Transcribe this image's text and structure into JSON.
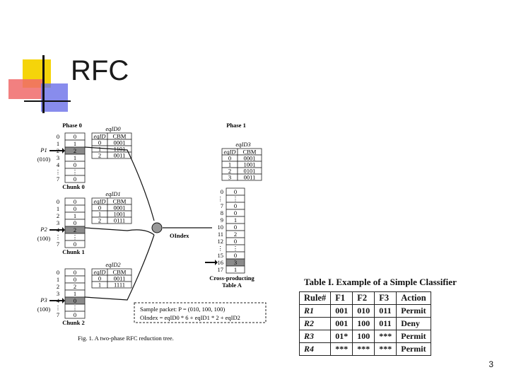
{
  "slide": {
    "title": "RFC",
    "page_number": "3"
  },
  "figure": {
    "caption": "Fig. 1.   A two-phase RFC reduction tree.",
    "phase0_label": "Phase 0",
    "phase1_label": "Phase 1",
    "eqid_header": "eqID",
    "cbm_header": "CBM",
    "phase0_eqid_labels": [
      "eqID0",
      "eqID1",
      "eqID2"
    ],
    "chunk_labels": [
      "Chunk 0",
      "Chunk 1",
      "Chunk 2"
    ],
    "packet_labels": [
      "P1",
      "P2",
      "P3"
    ],
    "packet_values": [
      "(010)",
      "(100)",
      "(100)"
    ],
    "chunk0": {
      "indexes": [
        "0",
        "1",
        "2",
        "3",
        "4",
        "",
        "7"
      ],
      "values": [
        "0",
        "1",
        "2",
        "1",
        "0",
        "",
        "0"
      ],
      "highlight": 2
    },
    "chunk1": {
      "indexes": [
        "0",
        "1",
        "2",
        "3",
        "4",
        "",
        "7"
      ],
      "values": [
        "0",
        "0",
        "1",
        "0",
        "2",
        "",
        "0"
      ],
      "highlight": 4
    },
    "chunk2": {
      "indexes": [
        "0",
        "1",
        "2",
        "3",
        "4",
        "",
        "7"
      ],
      "values": [
        "0",
        "0",
        "2",
        "1",
        "0",
        "",
        "0"
      ],
      "highlight": 4
    },
    "eq0_table": [
      [
        "0",
        "0001"
      ],
      [
        "1",
        "1101"
      ],
      [
        "2",
        "0011"
      ]
    ],
    "eq1_table": [
      [
        "0",
        "0001"
      ],
      [
        "1",
        "1001"
      ],
      [
        "2",
        "0111"
      ]
    ],
    "eq2_table": [
      [
        "0",
        "0011"
      ],
      [
        "1",
        "1111"
      ]
    ],
    "oindex_label": "OIndex",
    "phase1_eqid_label": "eqID3",
    "phase1_eq_table": [
      [
        "0",
        "0001"
      ],
      [
        "1",
        "1001"
      ],
      [
        "2",
        "0101"
      ],
      [
        "3",
        "0011"
      ]
    ],
    "tableA_indexes": [
      "0",
      "",
      "7",
      "8",
      "9",
      "10",
      "11",
      "12",
      "",
      "15",
      "16",
      "17"
    ],
    "tableA_values": [
      "0",
      "",
      "0",
      "0",
      "1",
      "0",
      "2",
      "0",
      "",
      "0",
      "3",
      "1"
    ],
    "tableA_highlight": 10,
    "tableA_label_line1": "Cross-producting",
    "tableA_label_line2": "Table A",
    "sample_packet": "Sample packet: P = (010, 100, 100)",
    "oindex_formula": "OIndex = eqID0 * 6 + eqID1 * 2 + eqID2"
  },
  "classifier": {
    "caption": "Table I.  Example of a Simple Classifier",
    "headers": [
      "Rule#",
      "F1",
      "F2",
      "F3",
      "Action"
    ],
    "rows": [
      [
        "R1",
        "001",
        "010",
        "011",
        "Permit"
      ],
      [
        "R2",
        "001",
        "100",
        "011",
        "Deny"
      ],
      [
        "R3",
        "01*",
        "100",
        "***",
        "Permit"
      ],
      [
        "R4",
        "***",
        "***",
        "***",
        "Permit"
      ]
    ]
  },
  "colors": {
    "deco_yellow": "#f5d40a",
    "deco_red": "#e8242b",
    "deco_blue": "#3a3fd6"
  }
}
